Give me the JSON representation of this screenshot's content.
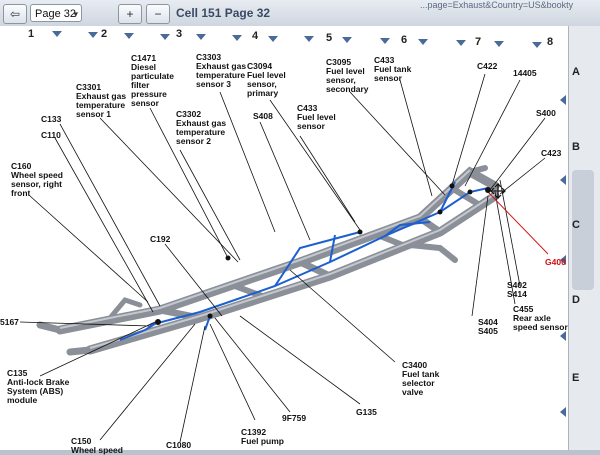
{
  "toolbar": {
    "back_label": "⇦",
    "page_label": "Page 32",
    "zoom_in_label": "+",
    "zoom_out_label": "−",
    "title": "Cell 151 Page 32",
    "url_text": "...page=Exhaust&Country=US&bookty"
  },
  "columns": [
    "1",
    "2",
    "3",
    "4",
    "5",
    "6",
    "7",
    "8"
  ],
  "rows": [
    "A",
    "B",
    "C",
    "D",
    "E"
  ],
  "labels": {
    "c1471": "C1471\nDiesel\nparticulate\nfilter\npressure\nsensor",
    "c3303": "C3303\nExhaust gas\ntemperature\nsensor 3",
    "c3094": "C3094\nFuel level\nsensor,\nprimary",
    "c3301": "C3301\nExhaust gas\ntemperature\nsensor 1",
    "c3095": "C3095\nFuel level\nsensor,\nsecondary",
    "c433_top": "C433\nFuel tank\nsensor",
    "c422": "C422",
    "n14405": "14405",
    "s400": "S400",
    "c423": "C423",
    "c433_mid": "C433\nFuel level\nsensor",
    "s408": "S408",
    "c3302": "C3302\nExhaust gas\ntemperature\nsensor 2",
    "c133": "C133",
    "c110": "C110",
    "c160": "C160\nWheel speed\nsensor, right\nfront",
    "c192": "C192",
    "g400": "G400",
    "s402": "S402\nS414",
    "s404": "S404\nS405",
    "c455": "C455\nRear axle\nspeed sensor",
    "n5167": "5167",
    "c135": "C135\nAnti-lock Brake\nSystem (ABS)\nmodule",
    "c3400": "C3400\nFuel tank\nselector\nvalve",
    "g135": "G135",
    "n9f759": "9F759",
    "c1392": "C1392\nFuel pump",
    "c150": "C150\nWheel speed",
    "c1080": "C1080"
  },
  "colors": {
    "harness": "#1c5fd0",
    "frame": "#8a8f98",
    "leader": "#111111",
    "ground_leader": "#d01010"
  }
}
